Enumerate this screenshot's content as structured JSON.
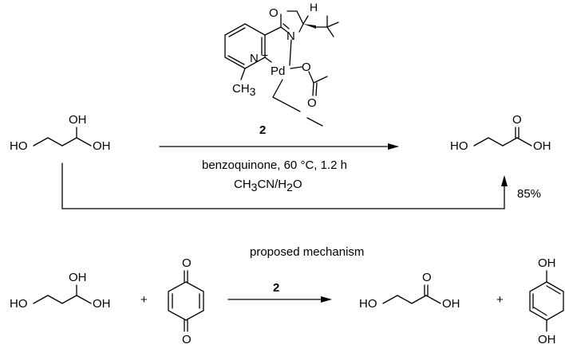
{
  "top_reaction": {
    "reactant": {
      "oh_top": "OH",
      "ho_left": "HO",
      "oh_right": "OH"
    },
    "catalyst": {
      "o_ring": "O",
      "n_imine": "N",
      "n_pyridine": "N",
      "charge": "+",
      "pd": "Pd",
      "o_acetate": "O",
      "o_carbonyl": "O",
      "methyl_c": "CH",
      "methyl_sub": "3"
    },
    "catalyst_label": "2",
    "conditions_line1": "benzoquinone, 60 °C, 1.2 h",
    "solvent_a": "CH",
    "solvent_a_sub": "3",
    "solvent_b": "CN/H",
    "solvent_b_sub": "2",
    "solvent_c": "O",
    "product": {
      "ho_left": "HO",
      "o_carbonyl": "O",
      "oh_right": "OH"
    },
    "yield": "85%"
  },
  "mechanism_title": "proposed mechanism",
  "bottom_reaction": {
    "diol": {
      "oh_top": "OH",
      "ho_left": "HO",
      "oh_right": "OH"
    },
    "plus1": "+",
    "quinone": {
      "o_top": "O",
      "o_bottom": "O"
    },
    "arrow_label": "2",
    "product": {
      "ho_left": "HO",
      "o_carbonyl": "O",
      "oh_right": "OH"
    },
    "plus2": "+",
    "hydroquinone": {
      "oh_top": "OH",
      "oh_bottom": "OH"
    }
  }
}
